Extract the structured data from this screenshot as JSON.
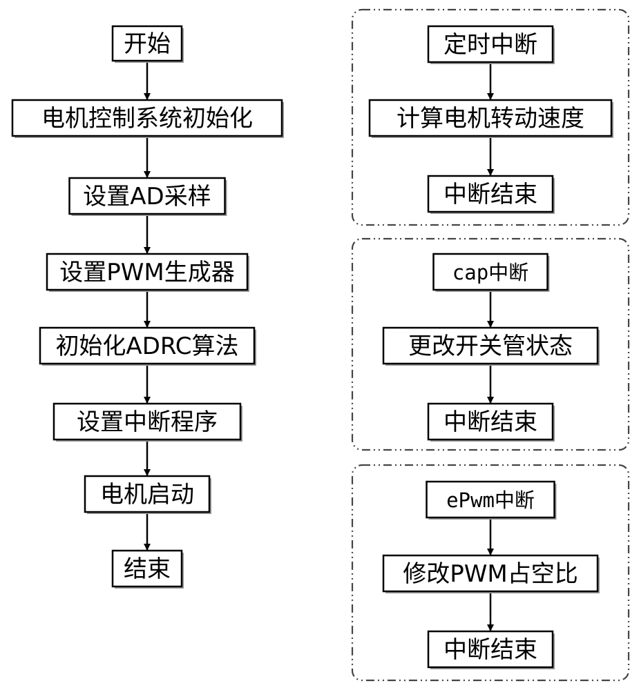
{
  "main_flow": {
    "nodes": [
      {
        "id": "start",
        "label": "开始"
      },
      {
        "id": "init-system",
        "label": "电机控制系统初始化"
      },
      {
        "id": "set-ad",
        "label": "设置AD采样"
      },
      {
        "id": "set-pwm",
        "label": "设置PWM生成器"
      },
      {
        "id": "init-adrc",
        "label": "初始化ADRC算法"
      },
      {
        "id": "set-interrupt",
        "label": "设置中断程序"
      },
      {
        "id": "motor-start",
        "label": "电机启动"
      },
      {
        "id": "end",
        "label": "结束"
      }
    ],
    "edges": [
      [
        "start",
        "init-system"
      ],
      [
        "init-system",
        "set-ad"
      ],
      [
        "set-ad",
        "set-pwm"
      ],
      [
        "set-pwm",
        "init-adrc"
      ],
      [
        "init-adrc",
        "set-interrupt"
      ],
      [
        "set-interrupt",
        "motor-start"
      ],
      [
        "motor-start",
        "end"
      ]
    ]
  },
  "interrupt_groups": [
    {
      "id": "timer-group",
      "nodes": [
        {
          "id": "timer-interrupt",
          "label": "定时中断"
        },
        {
          "id": "calc-speed",
          "label": "计算电机转动速度"
        },
        {
          "id": "timer-end",
          "label": "中断结束"
        }
      ],
      "edges": [
        [
          "timer-interrupt",
          "calc-speed"
        ],
        [
          "calc-speed",
          "timer-end"
        ]
      ]
    },
    {
      "id": "cap-group",
      "nodes": [
        {
          "id": "cap-interrupt",
          "label": "cap中断"
        },
        {
          "id": "change-switch",
          "label": "更改开关管状态"
        },
        {
          "id": "cap-end",
          "label": "中断结束"
        }
      ],
      "edges": [
        [
          "cap-interrupt",
          "change-switch"
        ],
        [
          "change-switch",
          "cap-end"
        ]
      ]
    },
    {
      "id": "epwm-group",
      "nodes": [
        {
          "id": "epwm-interrupt",
          "label": "ePwm中断"
        },
        {
          "id": "modify-duty",
          "label": "修改PWM占空比"
        },
        {
          "id": "epwm-end",
          "label": "中断结束"
        }
      ],
      "edges": [
        [
          "epwm-interrupt",
          "modify-duty"
        ],
        [
          "modify-duty",
          "epwm-end"
        ]
      ]
    }
  ]
}
